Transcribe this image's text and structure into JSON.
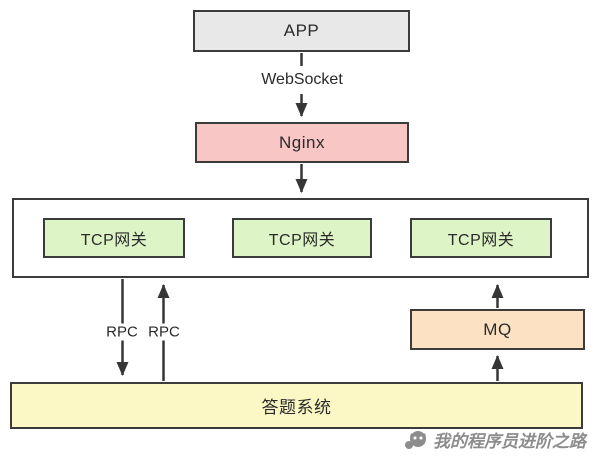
{
  "diagram": {
    "app": {
      "label": "APP"
    },
    "websocket_label": "WebSocket",
    "nginx": {
      "label": "Nginx"
    },
    "gateway_cluster": {
      "gateways": [
        "TCP网关",
        "TCP网关",
        "TCP网关"
      ]
    },
    "rpc_labels": {
      "down": "RPC",
      "up": "RPC"
    },
    "mq": {
      "label": "MQ"
    },
    "answer_system": {
      "label": "答题系统"
    },
    "watermark": {
      "text": "我的程序员进阶之路"
    }
  },
  "colors": {
    "line": "#363636",
    "border": "#3b3b3b",
    "app_fill": "#e8e8e8",
    "nginx_fill": "#f9c6c6",
    "tcp_fill": "#ddf4c6",
    "mq_fill": "#fce2c2",
    "answer_fill": "#fbf8c6",
    "watermark": "#8d8d8d"
  }
}
